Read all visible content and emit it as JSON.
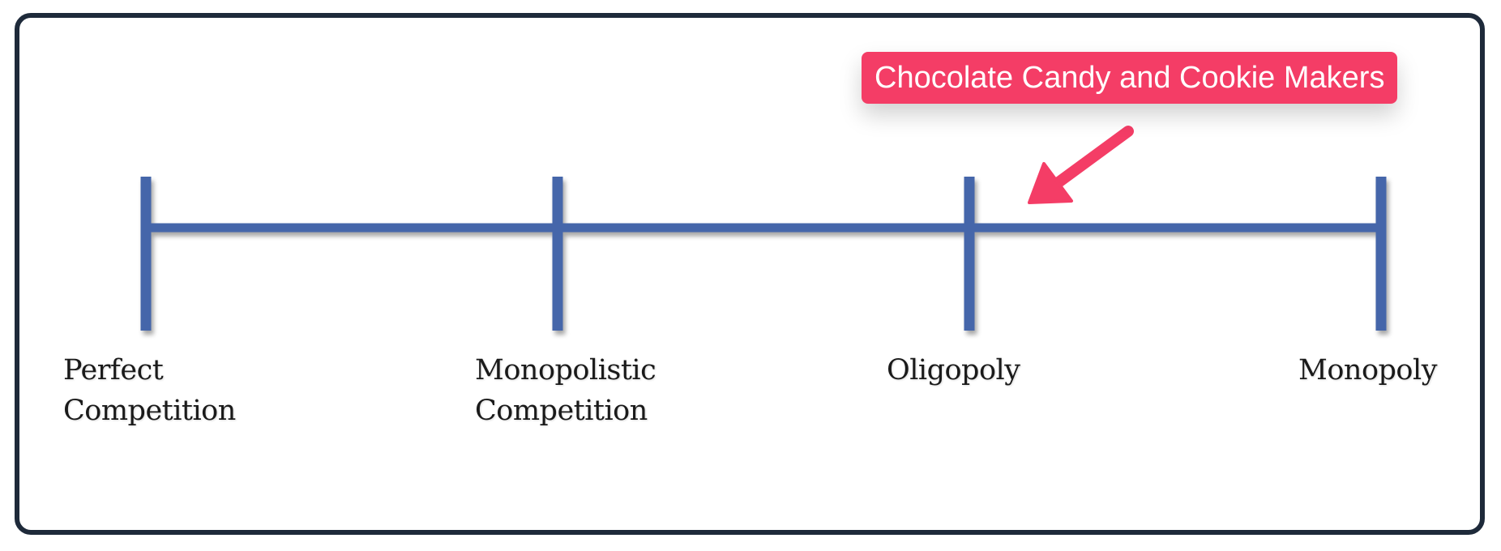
{
  "diagram": {
    "markers": [
      {
        "id": "perfect-competition",
        "label": "Perfect\nCompetition"
      },
      {
        "id": "monopolistic-competition",
        "label": "Monopolistic\nCompetition"
      },
      {
        "id": "oligopoly",
        "label": "Oligopoly"
      },
      {
        "id": "monopoly",
        "label": "Monopoly"
      }
    ],
    "line_color": "#4466aa"
  },
  "annotation": {
    "label": "Chocolate Candy and Cookie Makers",
    "color": "#f43d66"
  }
}
